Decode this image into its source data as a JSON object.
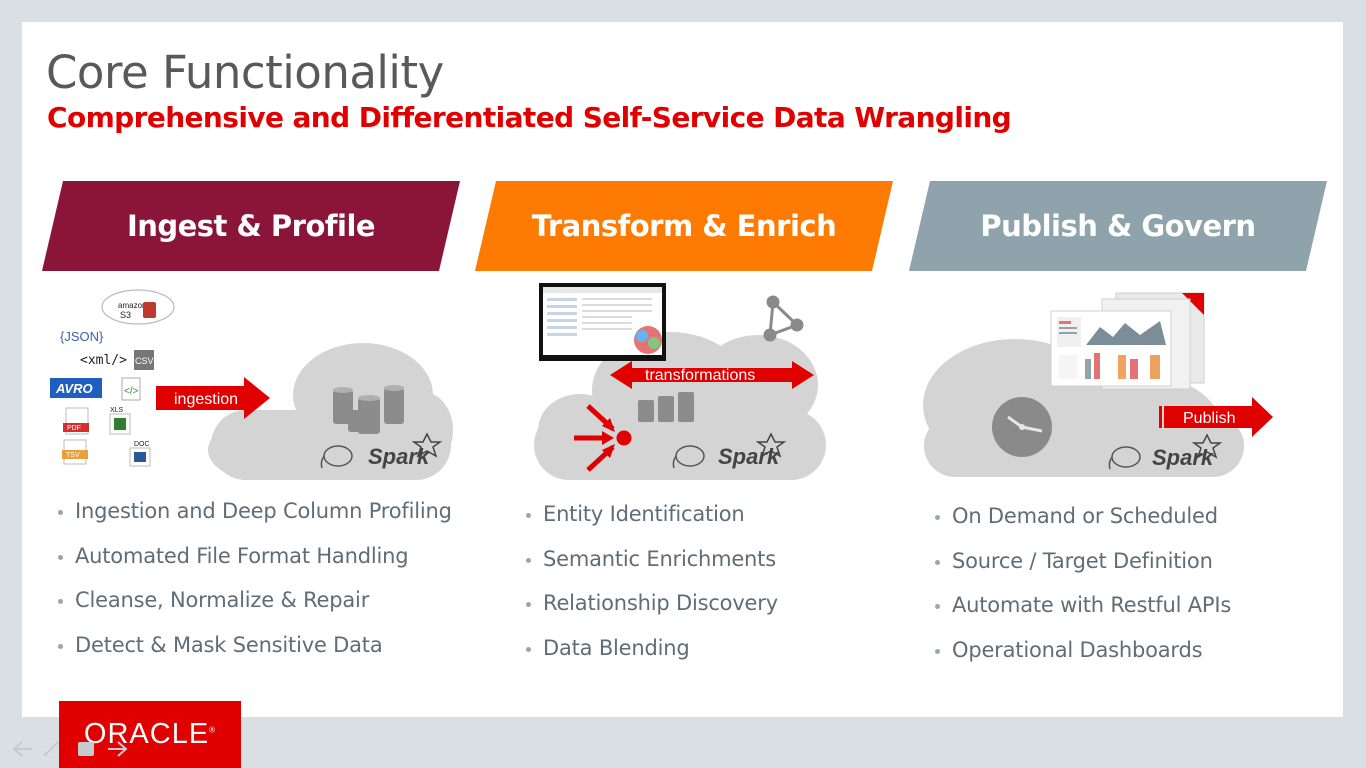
{
  "slide": {
    "title": "Core Functionality",
    "subtitle": "Comprehensive and Differentiated Self-Service Data Wrangling"
  },
  "columns": [
    {
      "heading": "Ingest & Profile",
      "color": "#8b1538",
      "arrow_label": "ingestion",
      "bullets": [
        "Ingestion and Deep Column Profiling",
        "Automated File Format Handling",
        "Cleanse, Normalize & Repair",
        "Detect & Mask Sensitive Data"
      ]
    },
    {
      "heading": "Transform & Enrich",
      "color": "#ff7a00",
      "arrow_label": "transformations",
      "bullets": [
        "Entity Identification",
        "Semantic Enrichments",
        "Relationship Discovery",
        "Data Blending"
      ]
    },
    {
      "heading": "Publish & Govern",
      "color": "#8fa3ad",
      "arrow_label": "Publish",
      "bullets": [
        "On Demand or Scheduled",
        "Source / Target Definition",
        "Automate with Restful APIs",
        "Operational Dashboards"
      ]
    }
  ],
  "file_icons": {
    "amazon": "amazon",
    "s3": "S3",
    "json": "{JSON}",
    "xml": "<xml/>",
    "csv": "CSV",
    "avro": "AVRO",
    "pdf": "PDF",
    "xls": "XLS",
    "tsv": "TSV",
    "doc": "DOC"
  },
  "spark_label": "Spark",
  "brand": {
    "name": "ORACLE",
    "mark": "®",
    "color": "#e00000"
  }
}
